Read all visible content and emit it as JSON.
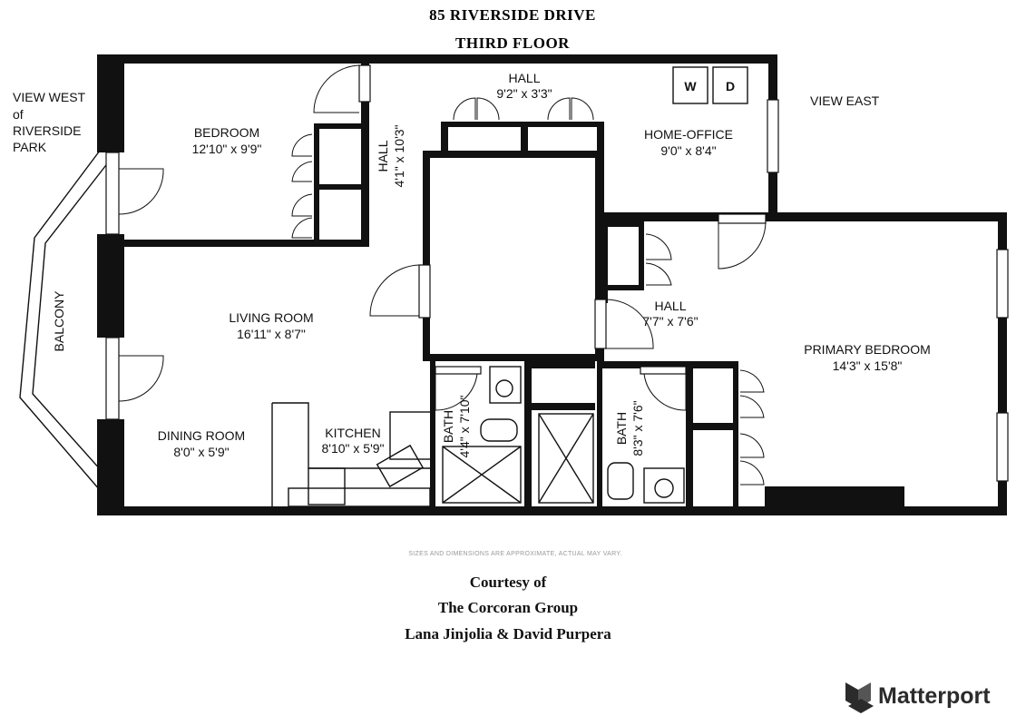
{
  "header": {
    "address": "85 RIVERSIDE DRIVE",
    "floor": "THIRD FLOOR"
  },
  "rooms": [
    {
      "key": "bedroom",
      "name": "BEDROOM",
      "dims": "12'10\" x 9'9\""
    },
    {
      "key": "hall_top",
      "name": "HALL",
      "dims": "9'2\" x 3'3\""
    },
    {
      "key": "hall_vert",
      "name": "HALL",
      "dims": "4'1\" x 10'3\""
    },
    {
      "key": "home_office",
      "name": "HOME-OFFICE",
      "dims": "9'0\" x 8'4\""
    },
    {
      "key": "living_room",
      "name": "LIVING ROOM",
      "dims": "16'11\" x 8'7\""
    },
    {
      "key": "hall_mid",
      "name": "HALL",
      "dims": "7'7\" x 7'6\""
    },
    {
      "key": "primary_bedroom",
      "name": "PRIMARY BEDROOM",
      "dims": "14'3\" x 15'8\""
    },
    {
      "key": "dining_room",
      "name": "DINING ROOM",
      "dims": "8'0\" x 5'9\""
    },
    {
      "key": "kitchen",
      "name": "KITCHEN",
      "dims": "8'10\" x 5'9\""
    },
    {
      "key": "bath_1",
      "name": "BATH",
      "dims": "4'4\" x 7'10\""
    },
    {
      "key": "bath_2",
      "name": "BATH",
      "dims": "8'3\" x 7'6\""
    }
  ],
  "views": {
    "west_line1": "VIEW WEST",
    "west_line2": "of",
    "west_line3": "RIVERSIDE",
    "west_line4": "PARK",
    "east": "VIEW EAST",
    "balcony": "BALCONY"
  },
  "appliances": {
    "washer": "W",
    "dryer": "D"
  },
  "disclaimer": "SIZES AND DIMENSIONS ARE APPROXIMATE, ACTUAL MAY VARY.",
  "credits": {
    "line1": "Courtesy of",
    "line2": "The Corcoran Group",
    "line3": "Lana Jinjolia & David Purpera"
  },
  "brand": {
    "name": "Matterport",
    "icon": "matterport-logo-icon"
  }
}
